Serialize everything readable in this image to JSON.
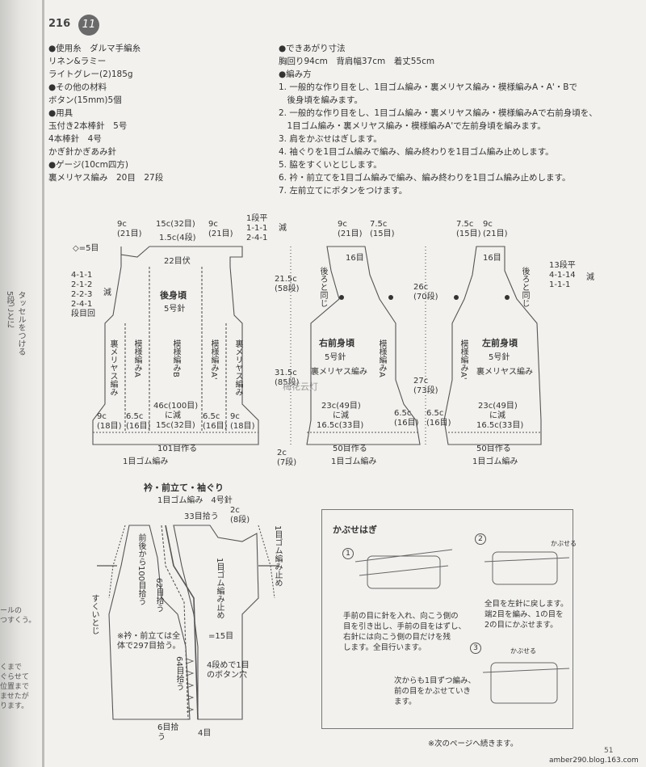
{
  "header": {
    "page_code": "216",
    "pattern_no": "11"
  },
  "materials": [
    "●使用糸　ダルマ手編糸",
    "リネン&ラミー",
    "ライトグレー(2)185g",
    "●その他の材料",
    "ボタン(15mm)5個",
    "●用具",
    "玉付き2本棒針　5号",
    "4本棒針　4号",
    "かぎ針かぎあみ針",
    "●ゲージ(10cm四方)",
    "裏メリヤス編み　20目　27段"
  ],
  "finished": {
    "heading": "●できあがり寸法",
    "sizes": "胸回り94cm　背肩幅37cm　着丈55cm"
  },
  "method": {
    "heading": "●編み方",
    "steps": [
      "1. 一般的な作り目をし、1目ゴム編み・裏メリヤス編み・模様編みA・A'・Bで",
      "　後身頃を編みます。",
      "2. 一般的な作り目をし、1目ゴム編み・裏メリヤス編み・模様編みAで右前身頃を、",
      "　1目ゴム編み・裏メリヤス編み・模様編みA'で左前身頃を編みます。",
      "3. 肩をかぶせはぎします。",
      "4. 袖ぐりを1目ゴム編みで編み、編み終わりを1目ゴム編み止めします。",
      "5. 脇をすくいとじします。",
      "6. 衿・前立てを1目ゴム編みで編み、編み終わりを1目ゴム編み止めします。",
      "7. 左前立てにボタンをつけます。"
    ]
  },
  "back": {
    "title": "後身頃",
    "needle": "5号針",
    "top_widths": [
      "9c",
      "(21目)",
      "15c(32目)",
      "9c",
      "(21目)"
    ],
    "neck": "1.5c(4段)",
    "neck_bind": "22目伏",
    "shoulder": [
      "1段平",
      "1-1-1",
      "2-4-1"
    ],
    "gen": "減",
    "circle": "◇=5目",
    "armhole": [
      "4-1-1",
      "2-1-2",
      "2-2-3",
      "2-4-1",
      "段目回"
    ],
    "arm_dec": "減",
    "cols": [
      "裏メリヤス編み",
      "模様編みA",
      "模様編みB",
      "模様編みA'",
      "裏メリヤス編み"
    ],
    "mid": "46c(100目)",
    "mid2": "に減",
    "mid3": "15c(32目)",
    "bottom": [
      "9c",
      "(18目)",
      "6.5c",
      "(16目)",
      "6.5c",
      "(16目)",
      "9c",
      "(18目)"
    ],
    "cast": "101目作る",
    "rib": "1目ゴム編み"
  },
  "heights": [
    "21.5c",
    "(58段)",
    "31.5c",
    "(85段)",
    "2c",
    "(7段)"
  ],
  "right_front": {
    "title": "右前身頃",
    "needle": "5号針",
    "stitch": "裏メリヤス編み",
    "top": [
      "9c",
      "(21目)",
      "7.5c",
      "(15目)"
    ],
    "top_rows": "16目",
    "same": "後ろと同じ",
    "col": "模様編みA",
    "mid": "23c(49目)",
    "mid2": "に減",
    "bot": "16.5c(33目)",
    "side": "6.5c",
    "side2": "(16目)",
    "cast": "50目作る",
    "rib": "1目ゴム編み"
  },
  "center_heights": [
    "26c",
    "(70段)",
    "27c",
    "(73段)"
  ],
  "left_front": {
    "title": "左前身頃",
    "needle": "5号針",
    "stitch": "裏メリヤス編み",
    "top": [
      "7.5c",
      "(15目)",
      "9c",
      "(21目)"
    ],
    "top_rows": "16目",
    "same": "後ろと同じ",
    "dec": [
      "13段平",
      "4-1-14",
      "1-1-1"
    ],
    "dec_label": "減",
    "col": "模様編みA'",
    "mid": "23c(49目)",
    "mid2": "に減",
    "bot": "16.5c(33目)",
    "side": "6.5c",
    "side2": "(16目)",
    "cast": "50目作る",
    "rib": "1目ゴム編み"
  },
  "collar": {
    "title": "衿・前立て・袖ぐり",
    "sub": "1目ゴム編み　4号針",
    "pick1": "33目拾う",
    "pick2": "2c",
    "pick2b": "(8段)",
    "back_pick": "前後から100目拾う",
    "armhole_stop": "1目ゴム編み止め",
    "pick62": "62目拾う",
    "stop2": "1目ゴム編み止め",
    "mark": "=15目",
    "note": "※衿・前立ては全体で297目拾う。",
    "pick64": "64目拾う",
    "button": "4段めで1目のボタン穴",
    "pick6": "6目拾う",
    "four": "4目",
    "side": "すくいとじ"
  },
  "kabuse": {
    "title": "かぶせはぎ",
    "n1": "1",
    "n2": "2",
    "n3": "3",
    "t1": [
      "手前の目に針を入れ、向こう側の",
      "目を引き出し、手前の目をはずし、",
      "右針には向こう側の目だけを残",
      "します。全目行います。"
    ],
    "t2": [
      "全目を左針に戻します。",
      "端2目を編み、1の目を",
      "2の目にかぶせます。"
    ],
    "t3": [
      "次からも1目ずつ編み、",
      "前の目をかぶせていき",
      "ます。"
    ],
    "arrow": "かぶせる",
    "arrow2": "かぶせる"
  },
  "footer": {
    "note": "※次のページへ続きます。",
    "page": "51",
    "url": "amber290.blog.163.com"
  },
  "edge": {
    "a": "5段ごとに",
    "b": "タッセルをつける",
    "c": "ールの",
    "d": "つすくう。",
    "e": "くまで",
    "f": "ぐらせて",
    "g": "位置まで",
    "h": "ませたが",
    "i": "ります。"
  },
  "watermark": "梅花云灯"
}
